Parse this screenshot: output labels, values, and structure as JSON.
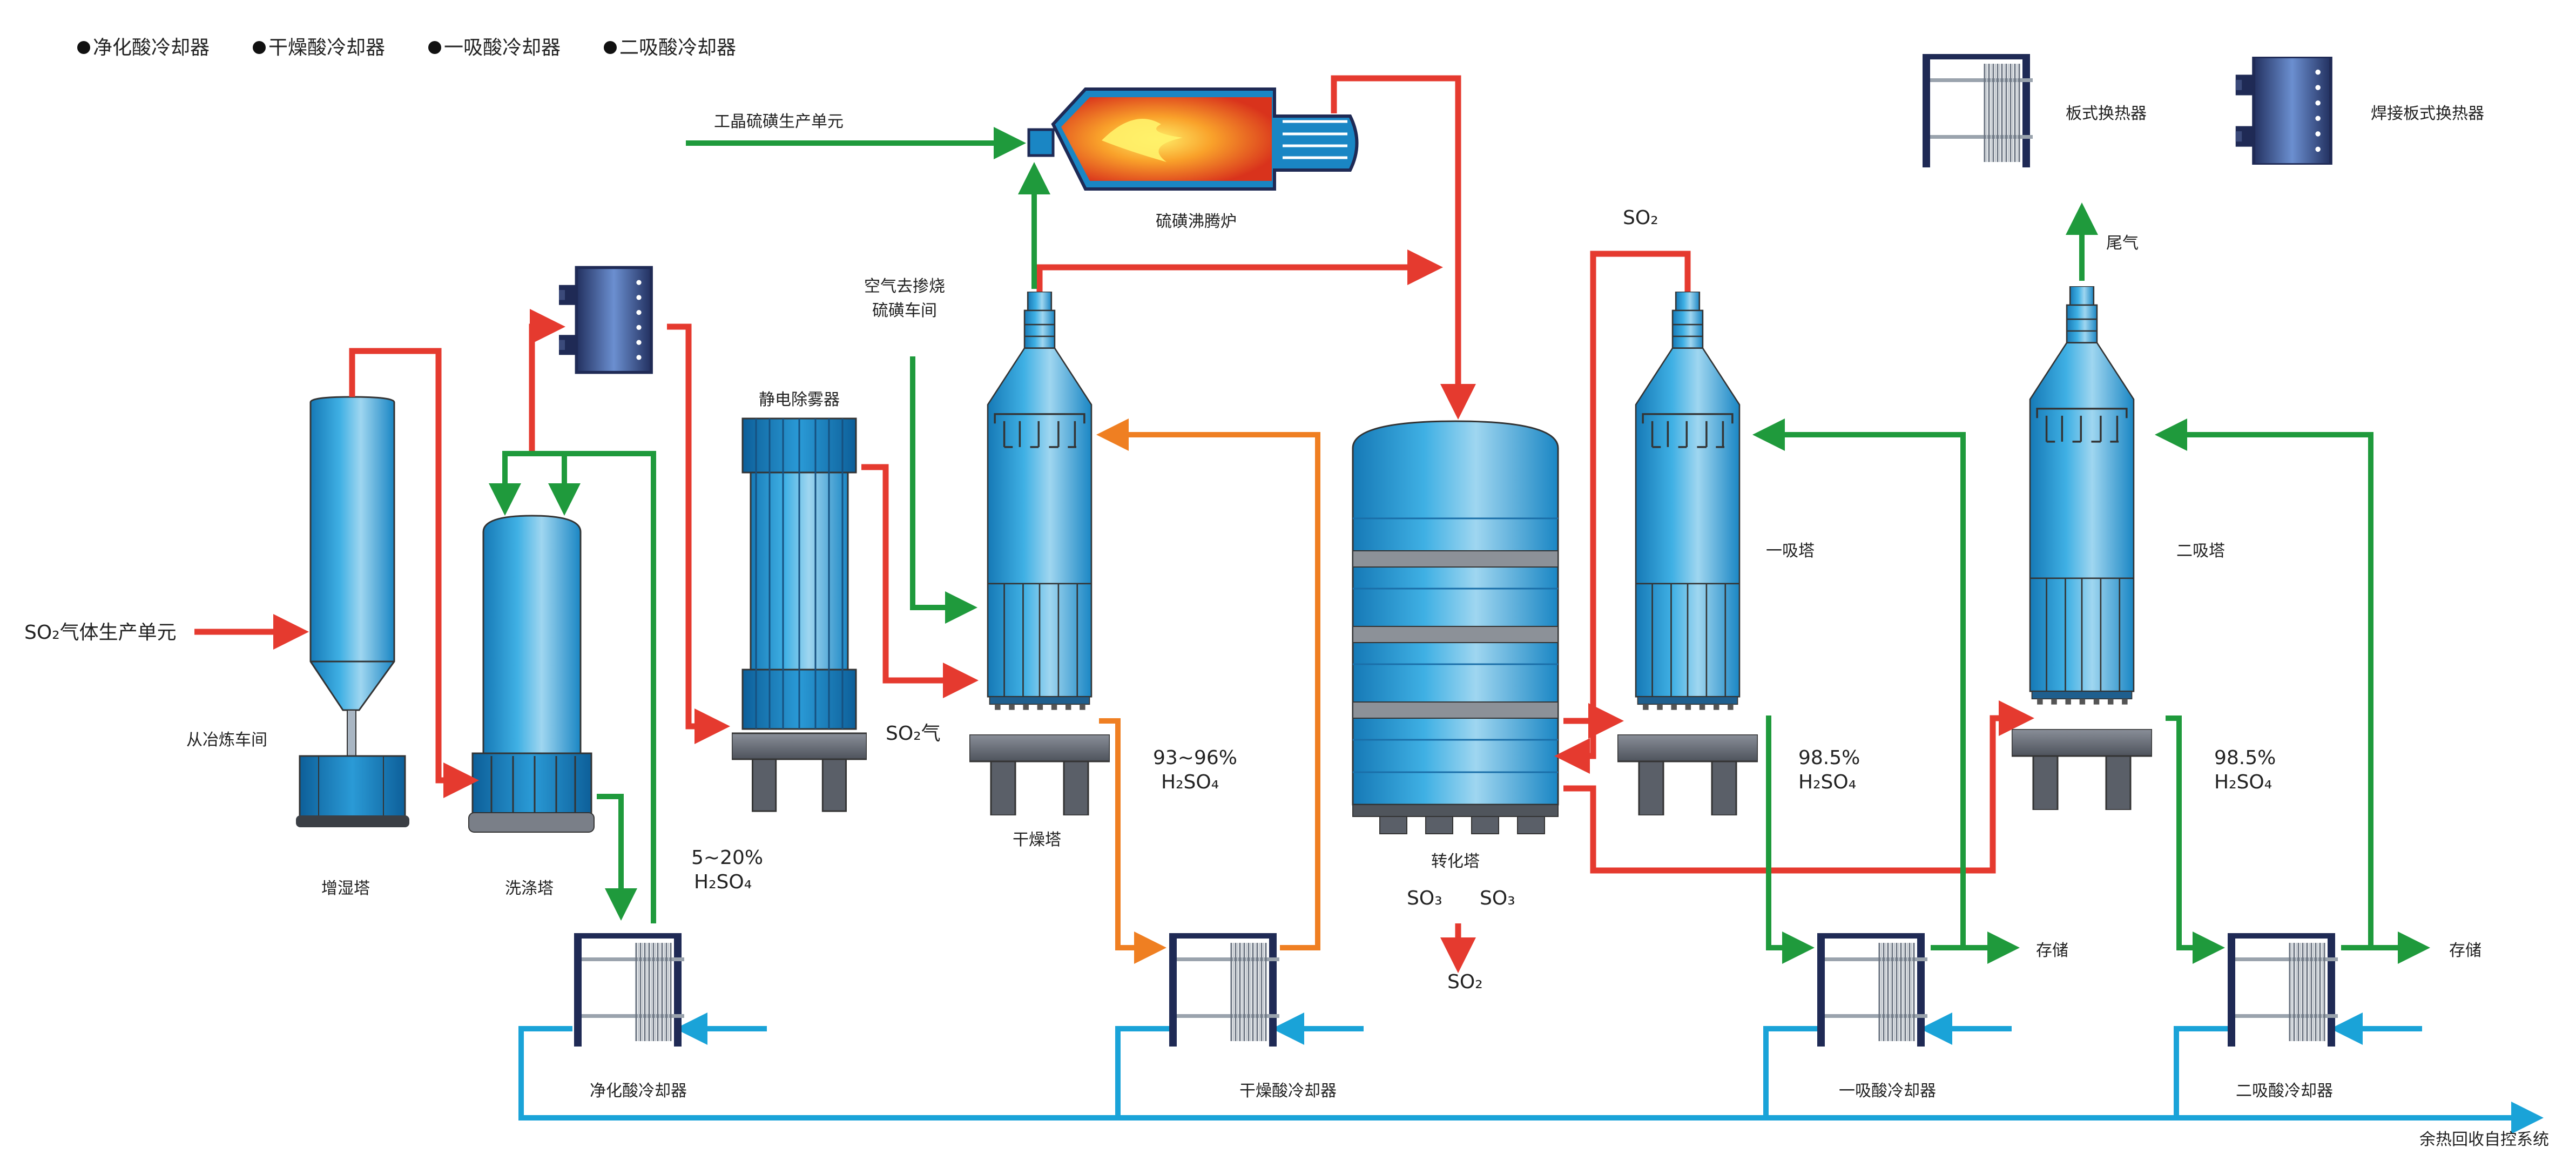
{
  "legend": {
    "items": [
      "净化酸冷却器",
      "干燥酸冷却器",
      "一吸酸冷却器",
      "二吸酸冷却器"
    ],
    "plate_exchanger": "板式换热器",
    "welded_plate_exchanger": "焊接板式换热器"
  },
  "labels": {
    "sulfur_unit": "工晶硫磺生产单元",
    "boiler": "硫磺沸腾炉",
    "so2_gas_unit": "SO₂气体生产单元",
    "from_smelting": "从冶炼车间",
    "air_roasting_1": "空气去掺烧",
    "air_roasting_2": "硫磺车间",
    "esp": "静电除雾器",
    "humidifier": "增湿塔",
    "washer": "洗涤塔",
    "drying_tower": "干燥塔",
    "converter": "转化塔",
    "first_absorber": "一吸塔",
    "second_absorber": "二吸塔",
    "so2_top": "SO₂",
    "tail_gas": "尾气",
    "so2_gas": "SO₂气",
    "acid_5_20_pct": "5~20%",
    "acid_5_20_formula": "H₂SO₄",
    "acid_93_96_pct": "93~96%",
    "acid_93_96_formula": "H₂SO₄",
    "acid_985_a_pct": "98.5%",
    "acid_985_a_formula": "H₂SO₄",
    "acid_985_b_pct": "98.5%",
    "acid_985_b_formula": "H₂SO₄",
    "so3_a": "SO₃",
    "so3_b": "SO₃",
    "so2_bottom": "SO₂",
    "storage_1": "存储",
    "storage_2": "存储",
    "cooler_clean": "净化酸冷却器",
    "cooler_dry": "干燥酸冷却器",
    "cooler_first": "一吸酸冷却器",
    "cooler_second": "二吸酸冷却器",
    "heat_recovery": "余热回收自控系统"
  },
  "colors": {
    "gas_red": "#e53a2f",
    "air_green": "#1f9a3c",
    "acid_orange": "#ef7f22",
    "water_blue": "#1aa3d8",
    "vessel_blue": "#1f93cf",
    "dark_navy": "#1f2a55"
  }
}
